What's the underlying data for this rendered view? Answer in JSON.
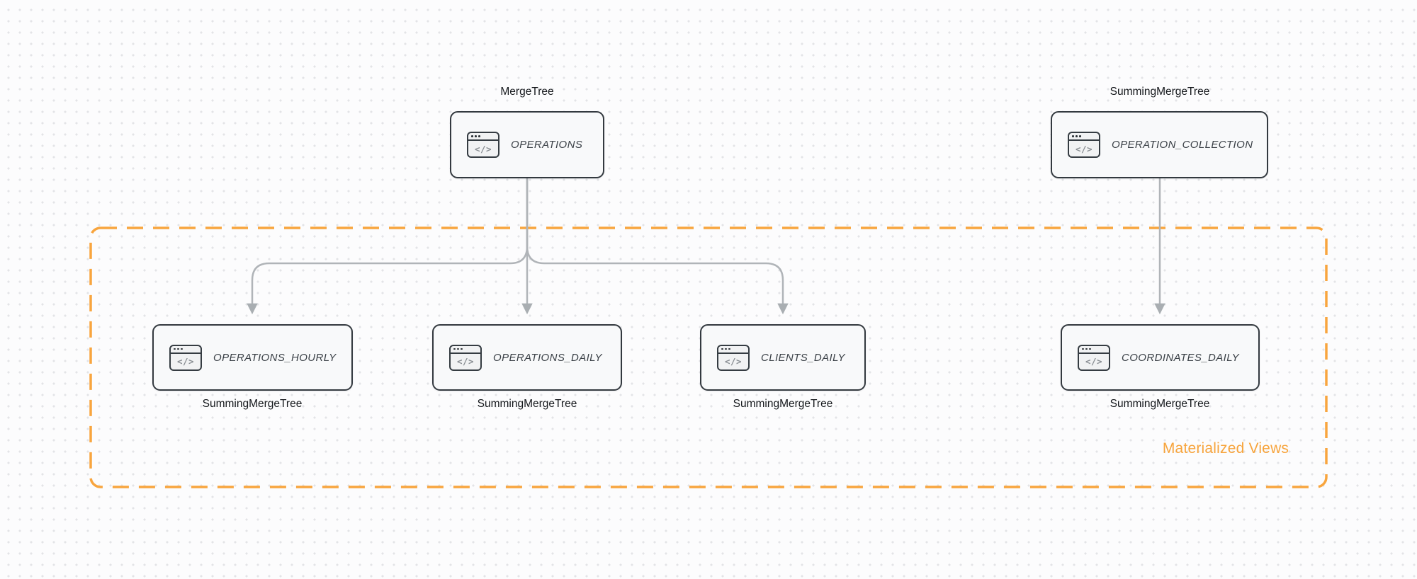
{
  "colors": {
    "accent_orange": "#f7a43c",
    "connector_gray": "#b0b4b8",
    "node_border": "#33393f",
    "node_background": "#f8f9fa",
    "canvas_dot": "#e3e4e7"
  },
  "icons": {
    "code_window_glyph": "</>"
  },
  "group": {
    "label": "Materialized Views"
  },
  "nodes": {
    "operations": {
      "engine": "MergeTree",
      "name": "OPERATIONS"
    },
    "operation_collection": {
      "engine": "SummingMergeTree",
      "name": "OPERATION_COLLECTION"
    },
    "operations_hourly": {
      "engine": "SummingMergeTree",
      "name": "OPERATIONS_HOURLY"
    },
    "operations_daily": {
      "engine": "SummingMergeTree",
      "name": "OPERATIONS_DAILY"
    },
    "clients_daily": {
      "engine": "SummingMergeTree",
      "name": "CLIENTS_DAILY"
    },
    "coordinates_daily": {
      "engine": "SummingMergeTree",
      "name": "COORDINATES_DAILY"
    }
  }
}
